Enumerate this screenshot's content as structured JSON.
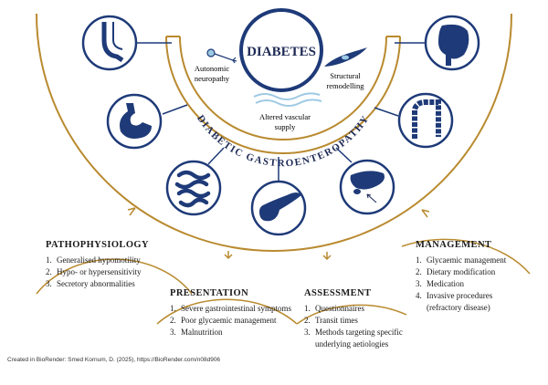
{
  "center": {
    "title": "DIABETES",
    "autonomic": [
      "Autonomic",
      "neuropathy"
    ],
    "structural": [
      "Structural",
      "remodelling"
    ],
    "vascular": [
      "Altered vascular",
      "supply"
    ]
  },
  "arc_label": "DIABETIC GASTROENTEROPATHY",
  "organ_icons": [
    "oesophagus-icon",
    "stomach-icon",
    "small-intestine-icon",
    "pancreas-icon",
    "liver-icon",
    "colon-icon",
    "rectum-icon"
  ],
  "pathophysiology": {
    "title": "PATHOPHYSIOLOGY",
    "items": [
      "Generalised hypomotility",
      "Hypo- or hypersensitivity",
      "Secretory abnormalities"
    ]
  },
  "presentation": {
    "title": "PRESENTATION",
    "items": [
      "Severe gastrointestinal symptoms",
      "Poor glycaemic management",
      "Malnutrition"
    ]
  },
  "assessment": {
    "title": "ASSESSMENT",
    "items": [
      "Questionnaires",
      "Transit times",
      "Methods targeting specific underlying aetiologies"
    ]
  },
  "management": {
    "title": "MANAGEMENT",
    "items": [
      "Glycaemic management",
      "Dietary modification",
      "Medication",
      "Invasive procedures (refractory disease)"
    ]
  },
  "credit": "Created in BioRender: Smed Kornum, D. (2025), https://BioRender.com/n08d906",
  "colors": {
    "gold": "#b98a2f",
    "navy": "#1e3a78",
    "light_blue": "#9ec9e4"
  }
}
